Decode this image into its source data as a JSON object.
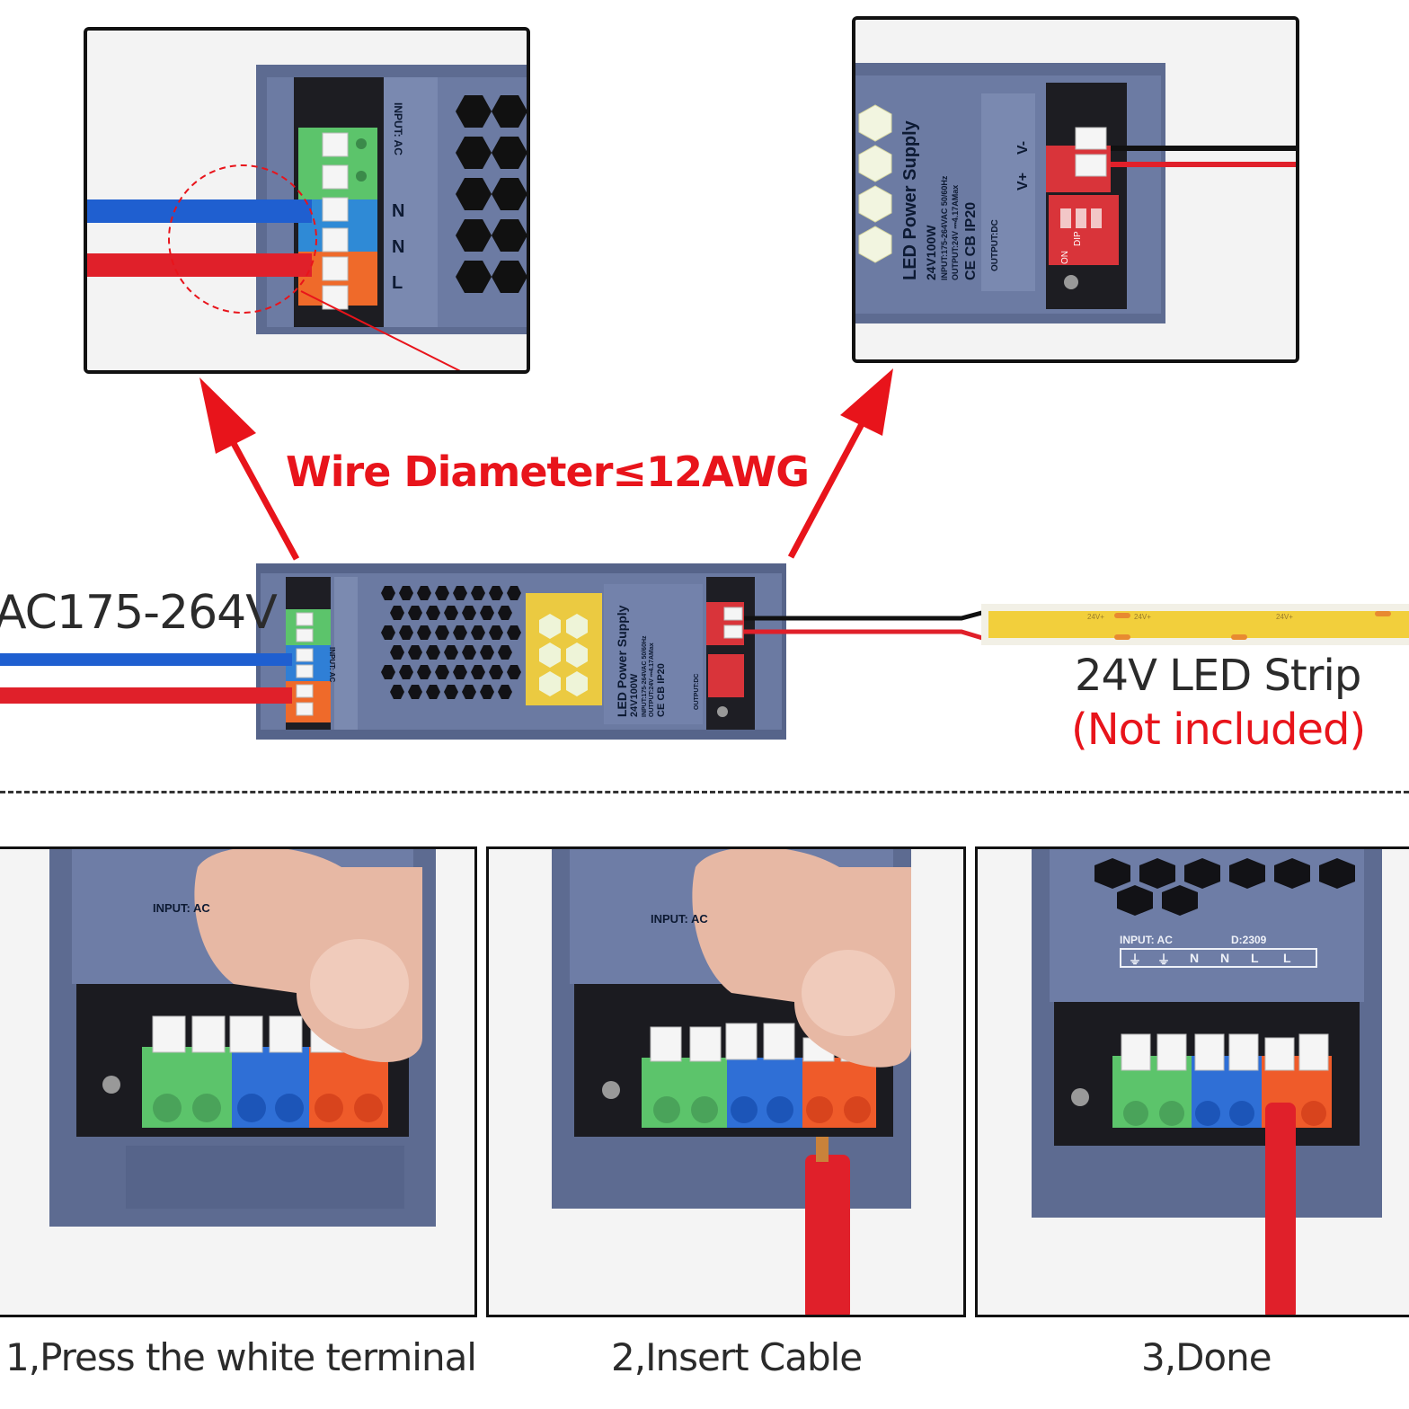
{
  "headline": "Wire Diameter≤12AWG",
  "input_voltage": "AC175-264V",
  "output_label": "24V LED Strip",
  "output_note": "(Not included)",
  "psu": {
    "title": "LED Power Supply",
    "model": "24V100W",
    "input_spec": "INPUT:175-264VAC 50/60Hz",
    "output_spec": "OUTPUT:24V ⎓4.17AMax",
    "certs": "CE  CB  IP20",
    "input_label": "INPUT: AC",
    "output_dc": "OUTPUT:DC",
    "dip": "DIP",
    "dip_on": "ON",
    "vplus": "V+",
    "vminus": "V-",
    "terminals": [
      "⏚",
      "⏚",
      "N",
      "N",
      "L",
      "L"
    ],
    "date_code": "D:2309"
  },
  "strip_marks": [
    "24V+",
    "24V+",
    "24V+"
  ],
  "steps": [
    {
      "caption": "1,Press the white terminal"
    },
    {
      "caption": "2,Insert Cable"
    },
    {
      "caption": "3,Done"
    }
  ],
  "colors": {
    "accent_red": "#e8141b",
    "psu_body": "#6f7fa6",
    "wire_blue": "#1f5fd0",
    "wire_red": "#e0202a",
    "terminal_green": "#5cc46b",
    "terminal_blue": "#2f6fd6",
    "terminal_orange": "#ef5b2a",
    "led_yellow": "#f2cf3c"
  }
}
